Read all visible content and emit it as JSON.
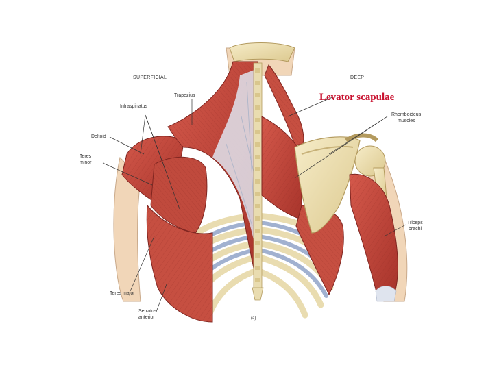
{
  "headings": {
    "superficial": "SUPERFICIAL",
    "deep": "DEEP"
  },
  "callout": "Levator scapulae",
  "labels": {
    "trapezius": "Trapezius",
    "infraspinatus": "Infraspinatus",
    "deltoid": "Deltoid",
    "teres_minor_1": "Teres",
    "teres_minor_2": "minor",
    "teres_major": "Teres major",
    "serratus_1": "Serratus",
    "serratus_2": "anterior",
    "rhomboideus_1": "Rhomboideus",
    "rhomboideus_2": "muscles",
    "triceps_1": "Triceps",
    "triceps_2": "brachi"
  },
  "panel_letter": "(a)",
  "colors": {
    "muscle": "#c2453a",
    "muscle_dark": "#9e2f28",
    "muscle_light": "#e07b6b",
    "bone": "#efe2b8",
    "bone_shadow": "#d6c48c",
    "tendon": "#dfe4ee",
    "cartilage": "#8a9ec4",
    "skin": "#f1d6b8",
    "callout": "#c8102e"
  }
}
